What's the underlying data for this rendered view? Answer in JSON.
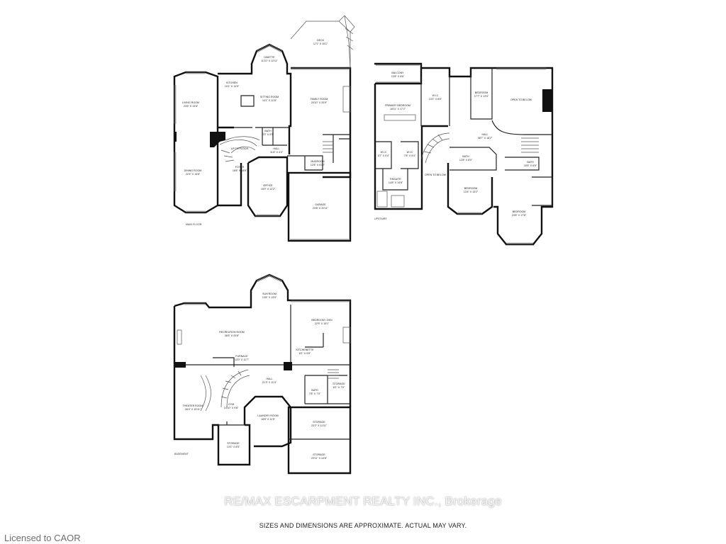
{
  "floors": {
    "main": {
      "label": "MAIN FLOOR",
      "rooms": {
        "living": {
          "name": "LIVING ROOM",
          "dims": "23'6\" X 13'5\""
        },
        "dining": {
          "name": "DINING ROOM",
          "dims": "22'4\" X 14'8\""
        },
        "kitchen": {
          "name": "KITCHEN",
          "dims": "19'1\" X 14'5\""
        },
        "sitting": {
          "name": "SITTING ROOM",
          "dims": "14'1\" X 11'8\""
        },
        "dinette": {
          "name": "DINETTE",
          "dims": "11'10\" X 12'11\""
        },
        "deck": {
          "name": "DECK",
          "dims": "17'1\" X 15'1\""
        },
        "family": {
          "name": "FAMILY ROOM",
          "dims": "20'10\" X 20'9\""
        },
        "foyer": {
          "name": "FOYER",
          "dims": "18'8\" X 18'6\""
        },
        "office": {
          "name": "OFFICE",
          "dims": "15'0\" X 12'2\""
        },
        "garage": {
          "name": "GARAGE",
          "dims": "23'8\" X 20'11\""
        },
        "mudroom": {
          "name": "MUDROOM",
          "dims": "12'8\" X 6'10\""
        },
        "hall": {
          "name": "HALL",
          "dims": "11'8\" X 4'4\""
        },
        "bath": {
          "name": "BATH",
          "dims": "6'3\" X 5'0\""
        },
        "up_to_floor": {
          "name": "UP TO FLOOR",
          "dims": ""
        }
      }
    },
    "upstairs": {
      "label": "UPSTAIRS",
      "rooms": {
        "balcony": {
          "name": "BALCONY",
          "dims": "13'8\" X 6'6\""
        },
        "primary": {
          "name": "PRIMARY BEDROOM",
          "dims": "18'11\" X 17'2\""
        },
        "wic": {
          "name": "W.I.C",
          "dims": "13'2\" X 8'6\""
        },
        "bedroom_ne": {
          "name": "BEDROOM",
          "dims": "17'7\" X 13'5\""
        },
        "open_below_ne": {
          "name": "OPEN TO BELOW",
          "dims": ""
        },
        "hall": {
          "name": "HALL",
          "dims": "38'7\" X 18'2\""
        },
        "ensuite": {
          "name": "ENSUITE",
          "dims": "14'8\" X 14'8\""
        },
        "open_below_c": {
          "name": "OPEN TO BELOW",
          "dims": ""
        },
        "bath_c": {
          "name": "BATH",
          "dims": "12'8\" X 8'0\""
        },
        "bath_e": {
          "name": "BATH",
          "dims": "15'5\" X 6'6\""
        },
        "bedroom_c": {
          "name": "BEDROOM",
          "dims": "13'4\" X 13'2\""
        },
        "bedroom_se": {
          "name": "BEDROOM",
          "dims": "23'8\" X 17'8\""
        },
        "wic_a": {
          "name": "W.I.C",
          "dims": "5'7\" X 5'4\""
        },
        "wic_b": {
          "name": "W.I.C",
          "dims": "7'8\" X 5'4\""
        }
      }
    },
    "basement": {
      "label": "BASEMENT",
      "rooms": {
        "sun": {
          "name": "SUN ROOM",
          "dims": "13'6\" X 13'0\""
        },
        "recreation": {
          "name": "RECREATION ROOM",
          "dims": "36'5\" X 20'8\""
        },
        "bedroom_den": {
          "name": "BEDROOM / DEN",
          "dims": "22'9\" X 15'1\""
        },
        "kitchenette": {
          "name": "KITCHENETTE",
          "dims": "8'1\" X 5'8\""
        },
        "furnace": {
          "name": "FURNACE",
          "dims": "13'0\" X 11'7\""
        },
        "hall": {
          "name": "HALL",
          "dims": "21'3\" X 11'4\""
        },
        "bath": {
          "name": "BATH",
          "dims": "7'8\" X 7'0\""
        },
        "storage_small": {
          "name": "STORAGE",
          "dims": "8'1\" X 7'0\""
        },
        "theater": {
          "name": "THEATER ROOM",
          "dims": "26'4\" X 15'11\""
        },
        "gym": {
          "name": "GYM",
          "dims": "14'10\" X 9'8\""
        },
        "laundry": {
          "name": "LAUNDRY ROOM",
          "dims": "18'8\" X 11'5\""
        },
        "storage_a": {
          "name": "STORAGE",
          "dims": "23'2\" X 11'11\""
        },
        "storage_b": {
          "name": "STORAGE",
          "dims": "23'11\" X 10'8\""
        },
        "storage_c": {
          "name": "STORAGE",
          "dims": "13'1\" X 8'5\""
        }
      }
    }
  },
  "watermark": "RE/MAX ESCARPMENT REALTY INC., Brokerage",
  "disclaimer": "SIZES AND DIMENSIONS ARE APPROXIMATE. ACTUAL MAY VARY.",
  "license": "Licensed to CAOR",
  "colors": {
    "ink": "#111111",
    "background": "#ffffff",
    "license_text": "#6e6e6e"
  }
}
